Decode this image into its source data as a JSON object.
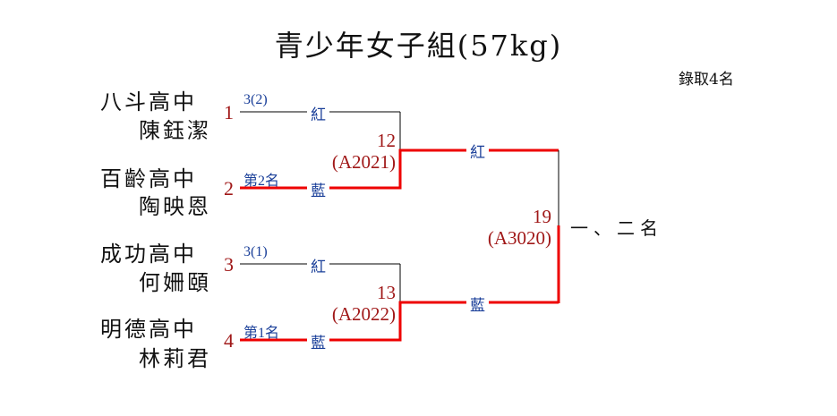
{
  "title": "青少年女子組(57kg)",
  "quota": "錄取4名",
  "competitors": [
    {
      "seed": "1",
      "school": "八斗高中",
      "name": "陳鈺潔",
      "note": "3(2)",
      "corner": "紅"
    },
    {
      "seed": "2",
      "school": "百齡高中",
      "name": "陶映恩",
      "note": "第2名",
      "corner": "藍"
    },
    {
      "seed": "3",
      "school": "成功高中",
      "name": "何姍頤",
      "note": "3(1)",
      "corner": "紅"
    },
    {
      "seed": "4",
      "school": "明德高中",
      "name": "林莉君",
      "note": "第1名",
      "corner": "藍"
    }
  ],
  "matches": [
    {
      "number": "12",
      "code": "(A2021)",
      "winner_seed": "2"
    },
    {
      "number": "13",
      "code": "(A2022)",
      "winner_seed": "4"
    },
    {
      "number": "19",
      "code": "(A3020)",
      "winner_seed": "4",
      "result_label": "一、二名"
    }
  ],
  "final_corners": {
    "top": "紅",
    "bottom": "藍"
  },
  "colors": {
    "win_line": "#ee0000",
    "lose_line": "#000000",
    "seed": "#a01818",
    "corner": "#1a3f99"
  }
}
